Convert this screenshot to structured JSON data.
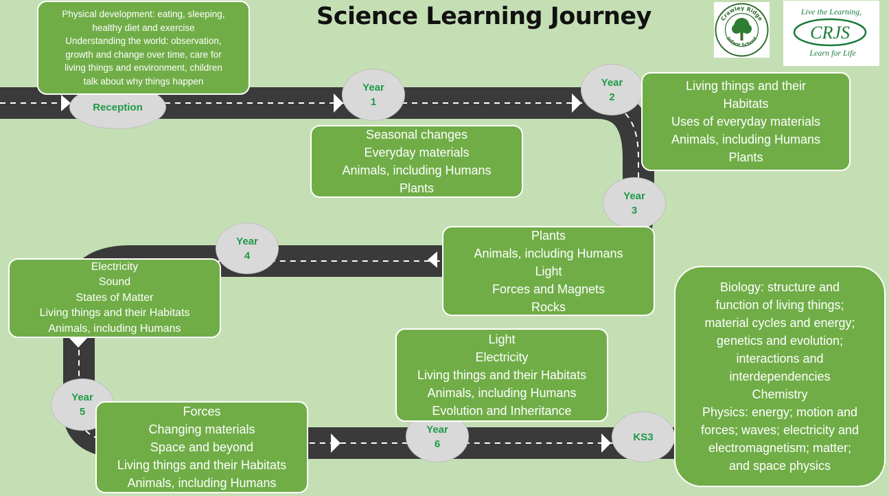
{
  "title": "Science Learning Journey",
  "milestones": {
    "reception": [
      "Reception"
    ],
    "year1": [
      "Year",
      "1"
    ],
    "year2": [
      "Year",
      "2"
    ],
    "year3": [
      "Year",
      "3"
    ],
    "year4": [
      "Year",
      "4"
    ],
    "year5": [
      "Year",
      "5"
    ],
    "year6": [
      "Year",
      "6"
    ],
    "ks3": [
      "KS3"
    ]
  },
  "boxes": {
    "reception": [
      "Physical development: eating, sleeping,",
      "healthy diet and exercise",
      "Understanding the world: observation,",
      "growth and change over time, care for",
      "living things and environment, children",
      "talk about why things happen"
    ],
    "year1": [
      "Seasonal changes",
      "Everyday materials",
      "Animals, including Humans",
      "Plants"
    ],
    "year2": [
      "Living things and their",
      "Habitats",
      "Uses of everyday materials",
      "Animals, including Humans",
      "Plants"
    ],
    "year3": [
      "Plants",
      "Animals, including Humans",
      "Light",
      "Forces and Magnets",
      "Rocks"
    ],
    "year4": [
      "Electricity",
      "Sound",
      "States of Matter",
      "Living things and their Habitats",
      "Animals, including Humans"
    ],
    "year5": [
      "Forces",
      "Changing materials",
      "Space and beyond",
      "Living things and their Habitats",
      "Animals, including Humans"
    ],
    "year6": [
      "Light",
      "Electricity",
      "Living things and their Habitats",
      "Animals, including Humans",
      "Evolution and Inheritance"
    ],
    "ks3": [
      "Biology: structure and",
      "function of living things;",
      "material cycles and energy;",
      "genetics and evolution;",
      "interactions and",
      "interdependencies",
      "Chemistry",
      "Physics: energy; motion and",
      "forces; waves; electricity and",
      "electromagnetism; matter;",
      "and space physics"
    ]
  },
  "logos": {
    "school_name": "Crawley Ridge Infant School",
    "crjs_top": "Live the Learning,",
    "crjs_name": "CRJS",
    "crjs_bottom": "Learn for Life"
  },
  "colors": {
    "background": "#c5dfb4",
    "box": "#70ad47",
    "road": "#3a3a3a",
    "milestone": "#d9d9d9",
    "milestone_text": "#1f9a48"
  }
}
